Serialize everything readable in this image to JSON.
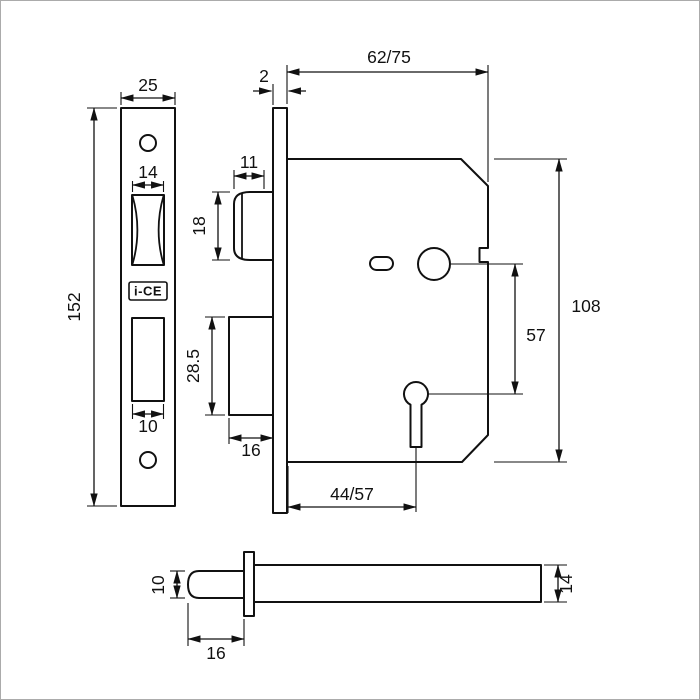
{
  "drawing": {
    "logo": "i-CE"
  },
  "dims": {
    "faceplate_width": "25",
    "latch_cutout_width": "14",
    "faceplate_height": "152",
    "deadbolt_cutout_width": "10",
    "plate_thickness": "2",
    "case_depth": "62/75",
    "latch_projection": "11",
    "latch_height": "18",
    "deadbolt_height": "28.5",
    "deadbolt_width": "16",
    "backset": "44/57",
    "follower_to_keyhole": "57",
    "case_height": "108",
    "barrel_diameter": "10",
    "barrel_length": "16",
    "latchcase_height": "14"
  }
}
